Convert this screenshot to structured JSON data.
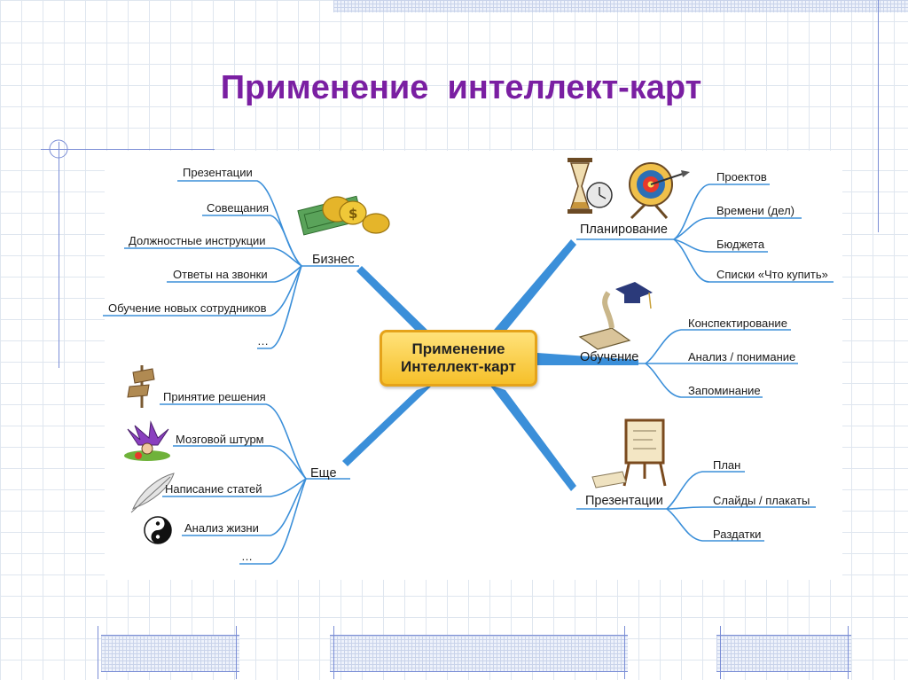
{
  "title": "Применение  интеллект-карт",
  "center": {
    "line1": "Применение",
    "line2": "Интеллект-карт"
  },
  "branches": {
    "business": {
      "label": "Бизнес",
      "items": [
        "Презентации",
        "Совещания",
        "Должностные инструкции",
        "Ответы на звонки",
        "Обучение новых сотрудников",
        "…"
      ]
    },
    "planning": {
      "label": "Планирование",
      "items": [
        "Проектов",
        "Времени (дел)",
        "Бюджета",
        "Списки «Что купить»"
      ]
    },
    "learning": {
      "label": "Обучение",
      "items": [
        "Конспектирование",
        "Анализ / понимание",
        "Запоминание"
      ]
    },
    "more": {
      "label": "Еще",
      "items": [
        "Принятие решения",
        "Мозговой штурм",
        "Написание статей",
        "Анализ жизни",
        "…"
      ]
    },
    "presentations": {
      "label": "Презентации",
      "items": [
        "План",
        "Слайды / плакаты",
        "Раздатки"
      ]
    }
  },
  "colors": {
    "title": "#7a1fa2",
    "branch": "#3b8fd9",
    "center_fill": "#f6c02a",
    "grid": "#dfe6ef"
  }
}
